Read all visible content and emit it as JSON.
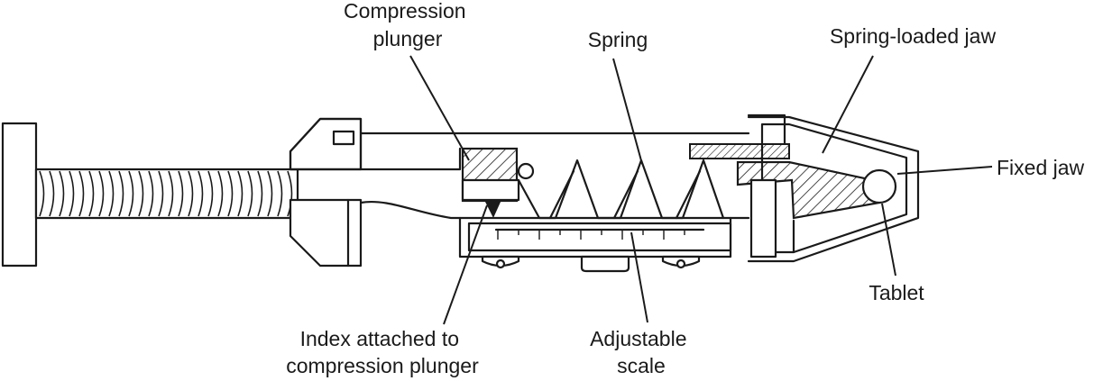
{
  "labels": {
    "compression_plunger": [
      "Compression",
      "plunger"
    ],
    "spring": "Spring",
    "spring_loaded_jaw": "Spring-loaded jaw",
    "fixed_jaw": "Fixed jaw",
    "tablet": "Tablet",
    "index": [
      "Index attached to",
      "compression plunger"
    ],
    "adjustable_scale": [
      "Adjustable",
      "scale"
    ]
  },
  "colors": {
    "ink": "#1a1a1a",
    "background": "#ffffff"
  }
}
